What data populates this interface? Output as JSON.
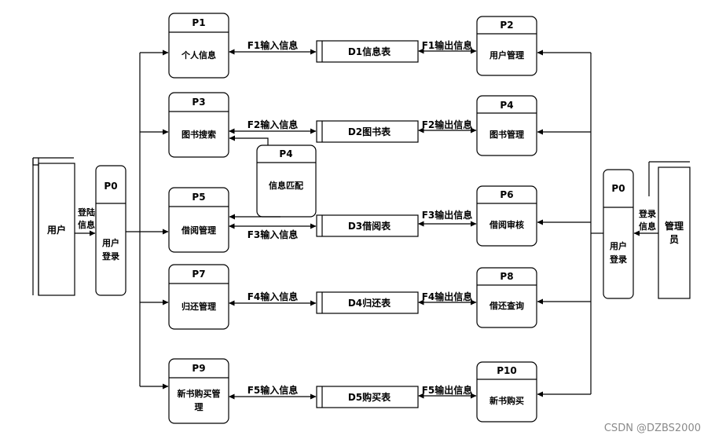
{
  "external_entities": {
    "user": "用户",
    "admin_l1": "管理",
    "admin_l2": "员"
  },
  "login_info": {
    "user_l1": "登陆",
    "user_l2": "信息",
    "admin_l1": "登录",
    "admin_l2": "信息"
  },
  "p0_left": {
    "id": "P0",
    "l1": "用户",
    "l2": "登录"
  },
  "p0_right": {
    "id": "P0",
    "l1": "用户",
    "l2": "登录"
  },
  "left_processes": [
    {
      "id": "P1",
      "label": "个人信息"
    },
    {
      "id": "P3",
      "label": "图书搜索"
    },
    {
      "id": "P5",
      "label": "借阅管理"
    },
    {
      "id": "P7",
      "label": "归还管理"
    },
    {
      "id": "P9",
      "l1": "新书购买管",
      "l2": "理"
    }
  ],
  "right_processes": [
    {
      "id": "P2",
      "label": "用户管理"
    },
    {
      "id": "P4",
      "label": "图书管理"
    },
    {
      "id": "P6",
      "label": "借阅审核"
    },
    {
      "id": "P8",
      "label": "借还查询"
    },
    {
      "id": "P10",
      "label": "新书购买"
    }
  ],
  "match_process": {
    "id": "P4",
    "label": "信息匹配"
  },
  "data_stores": [
    {
      "label": "D1信息表"
    },
    {
      "label": "D2图书表"
    },
    {
      "label": "D3借阅表"
    },
    {
      "label": "D4归还表"
    },
    {
      "label": "D5购买表"
    }
  ],
  "flows": {
    "in": [
      "F1输入信息",
      "F2输入信息",
      "F3输入信息",
      "F4输入信息",
      "F5输入信息"
    ],
    "out": [
      "F1输出信息",
      "F2输出信息",
      "F3输出信息",
      "F4输出信息",
      "F5输出信息"
    ]
  },
  "watermark": "CSDN @DZBS2000"
}
